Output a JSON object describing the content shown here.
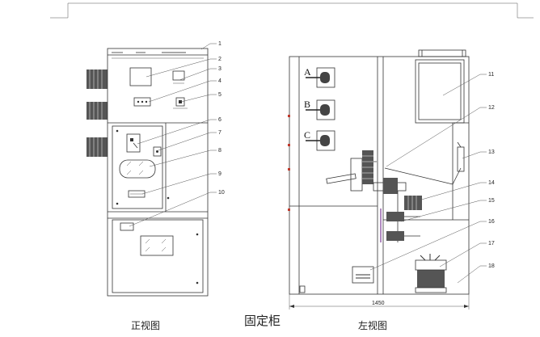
{
  "title": "固定柜",
  "views": {
    "front": "正视图",
    "side": "左视图"
  },
  "dimension": "1450",
  "phases": [
    "A",
    "B",
    "C"
  ],
  "callouts": {
    "front": [
      "1",
      "2",
      "3",
      "4",
      "5",
      "6",
      "7",
      "8",
      "9",
      "10"
    ],
    "side": [
      "11",
      "12",
      "13",
      "14",
      "15",
      "16",
      "17",
      "18"
    ]
  }
}
